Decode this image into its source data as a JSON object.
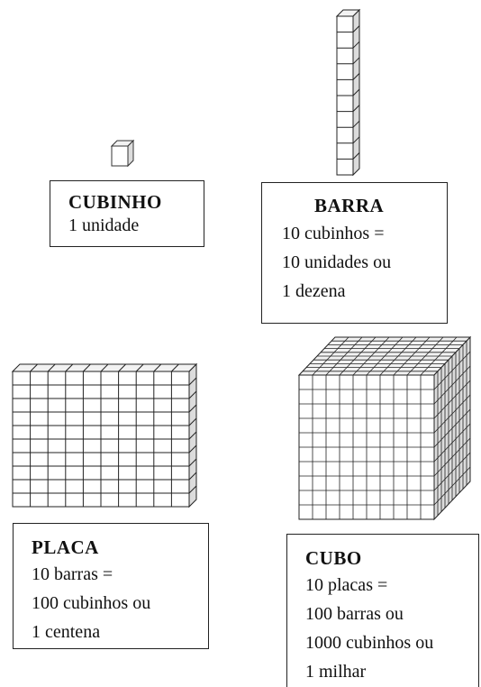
{
  "blocks": {
    "cubinho": {
      "title": "CUBINHO",
      "lines": [
        "1 unidade"
      ]
    },
    "barra": {
      "title": "BARRA",
      "lines": [
        "10 cubinhos =",
        "10 unidades ou",
        "1 dezena"
      ]
    },
    "placa": {
      "title": "PLACA",
      "lines": [
        "10 barras =",
        "100 cubinhos ou",
        "1 centena"
      ]
    },
    "cubo": {
      "title": "CUBO",
      "lines": [
        "10 placas =",
        "100 barras ou",
        "1000 cubinhos ou",
        "1 milhar"
      ]
    }
  },
  "colors": {
    "ink": "#222222",
    "face_top": "#f2f2f2",
    "face_side": "#dcdcdc"
  }
}
